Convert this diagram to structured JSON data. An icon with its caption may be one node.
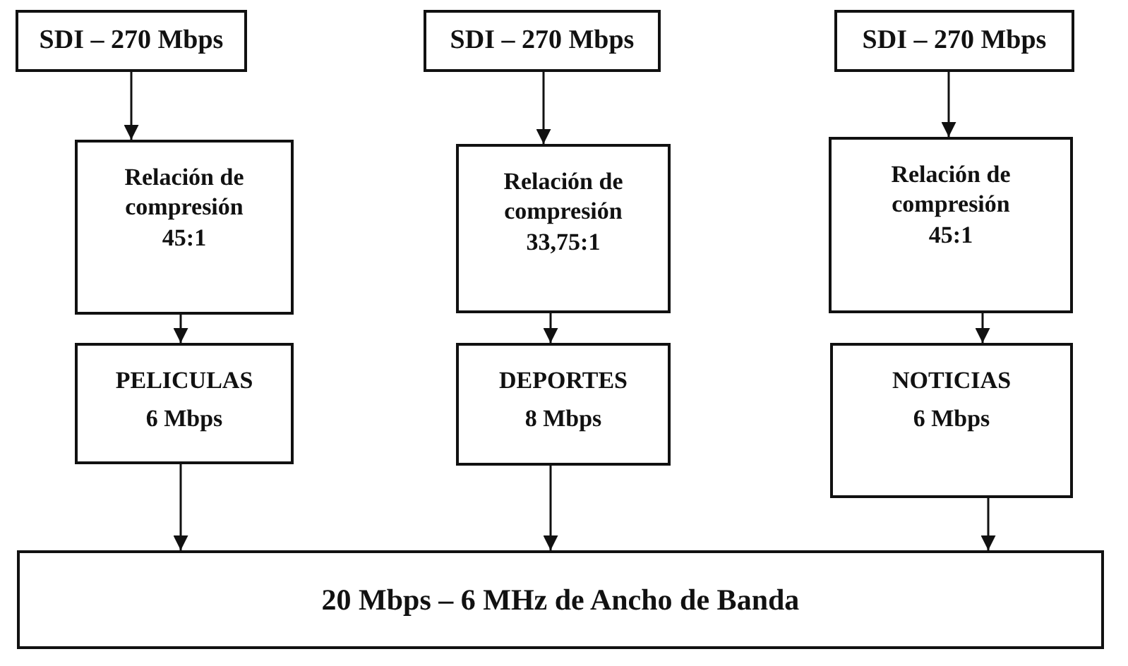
{
  "diagram": {
    "nodes": [
      {
        "text": [
          "SDI – 270 Mbps"
        ]
      },
      {
        "text": [
          "SDI – 270 Mbps"
        ]
      },
      {
        "text": [
          "SDI – 270 Mbps"
        ]
      },
      {
        "text": [
          "Relación de compresión 45:1"
        ]
      },
      {
        "text": [
          "Relación de compresión 33,75:1"
        ]
      },
      {
        "text": [
          "Relación de compresión 45:1"
        ]
      },
      {
        "text": [
          "PELICULAS",
          "6 Mbps"
        ]
      },
      {
        "text": [
          "DEPORTES",
          "8 Mbps"
        ]
      },
      {
        "text": [
          "NOTICIAS",
          "6 Mbps"
        ]
      },
      {
        "text": [
          "20 Mbps – 6 MHz de Ancho de Banda"
        ]
      }
    ],
    "edges": [
      {
        "from": 0,
        "to": 3,
        "arrow": "to"
      },
      {
        "from": 3,
        "to": 6,
        "arrow": "to"
      },
      {
        "from": 6,
        "to": 9,
        "arrow": "to"
      },
      {
        "from": 1,
        "to": 4,
        "arrow": "to"
      },
      {
        "from": 4,
        "to": 7,
        "arrow": "to"
      },
      {
        "from": 7,
        "to": 9,
        "arrow": "to"
      },
      {
        "from": 2,
        "to": 5,
        "arrow": "to"
      },
      {
        "from": 5,
        "to": 8,
        "arrow": "to"
      },
      {
        "from": 8,
        "to": 9,
        "arrow": "to"
      }
    ]
  }
}
